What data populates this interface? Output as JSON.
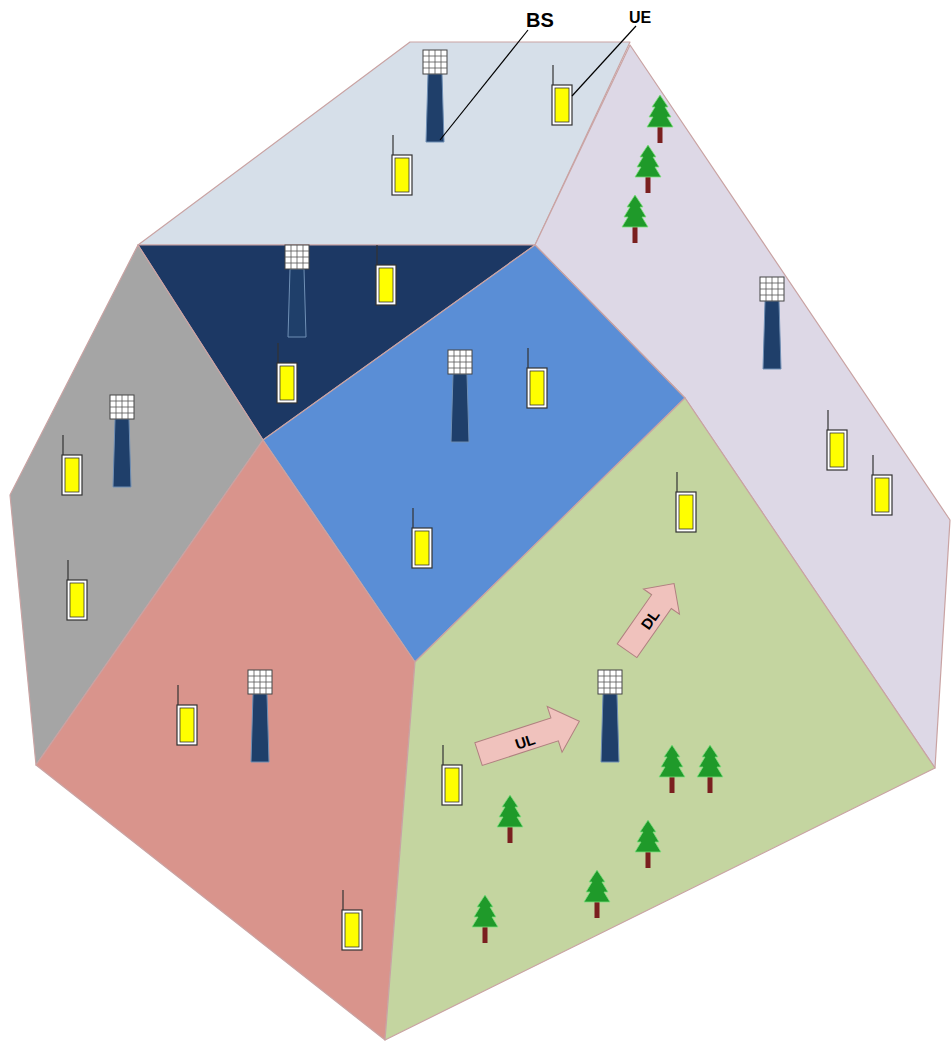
{
  "diagram": {
    "labels": [
      "BS",
      "UE",
      "UL",
      "DL"
    ]
  }
}
